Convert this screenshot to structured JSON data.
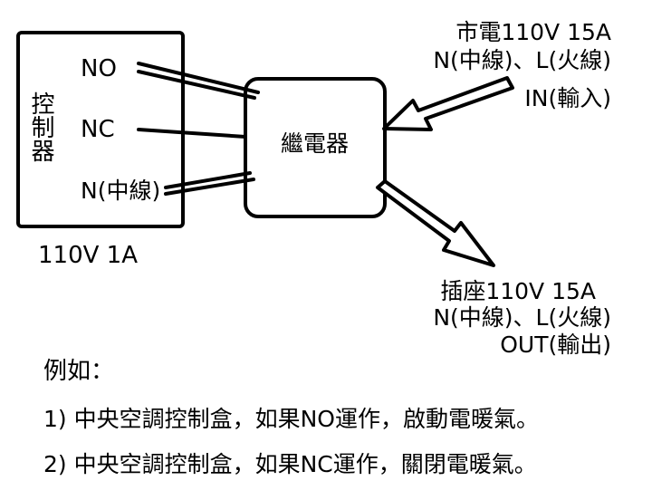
{
  "controller": {
    "label": "控制器",
    "terminal_no": "NO",
    "terminal_nc": "NC",
    "terminal_n": "N(中線)",
    "rating": "110V 1A"
  },
  "relay": {
    "label": "繼電器"
  },
  "input": {
    "line1": "市電110V 15A",
    "line2": "N(中線)、L(火線)",
    "line3": "IN(輸入)"
  },
  "output": {
    "line1": "插座110V 15A",
    "line2": "N(中線)、L(火線)",
    "line3": "OUT(輸出)"
  },
  "notes": {
    "heading": "例如：",
    "items": [
      "1) 中央空調控制盒，如果NO運作，啟動電暖氣。",
      "2) 中央空調控制盒，如果NC運作，關閉電暖氣。"
    ]
  }
}
